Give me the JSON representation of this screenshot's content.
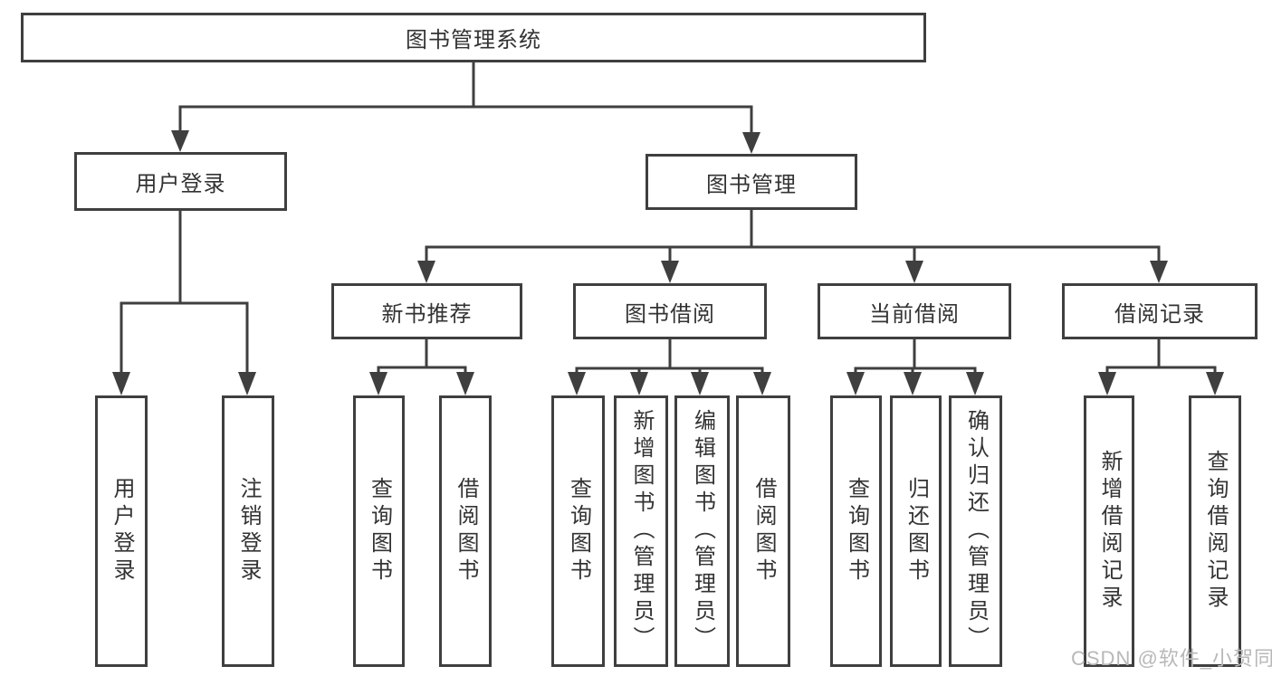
{
  "diagram": {
    "type": "tree",
    "root": {
      "label": "图书管理系统",
      "children": [
        {
          "label": "用户登录",
          "children": [
            {
              "label": "用户登录"
            },
            {
              "label": "注销登录"
            }
          ]
        },
        {
          "label": "图书管理",
          "children": [
            {
              "label": "新书推荐",
              "children": [
                {
                  "label": "查询图书"
                },
                {
                  "label": "借阅图书"
                }
              ]
            },
            {
              "label": "图书借阅",
              "children": [
                {
                  "label": "查询图书"
                },
                {
                  "label": "新增图书（管理员）"
                },
                {
                  "label": "编辑图书（管理员）"
                },
                {
                  "label": "借阅图书"
                }
              ]
            },
            {
              "label": "当前借阅",
              "children": [
                {
                  "label": "查询图书"
                },
                {
                  "label": "归还图书"
                },
                {
                  "label": "确认归还（管理员）"
                }
              ]
            },
            {
              "label": "借阅记录",
              "children": [
                {
                  "label": "新增借阅记录"
                },
                {
                  "label": "查询借阅记录"
                }
              ]
            }
          ]
        }
      ]
    }
  },
  "watermark": {
    "text": "CSDN @软件_小贺同学"
  },
  "colors": {
    "line": "#3f3f3f",
    "border": "#3f3f3f",
    "text": "#333333",
    "watermark": "#b8b8b8",
    "background": "#ffffff"
  }
}
